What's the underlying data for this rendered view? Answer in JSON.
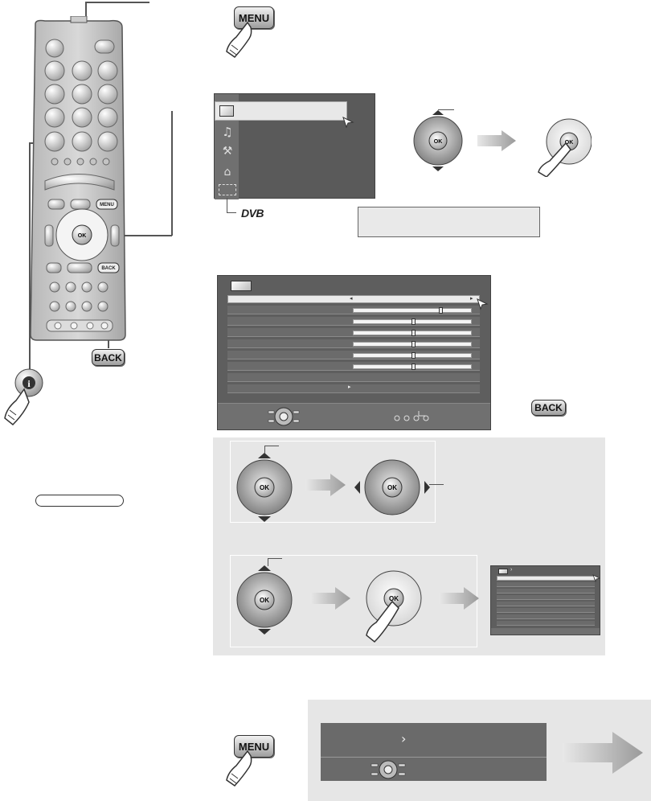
{
  "keys": {
    "menu": "MENU",
    "back": "BACK",
    "ok": "OK",
    "remote_menu": "MENU",
    "remote_back": "BACK",
    "info": "i"
  },
  "menu_logo": "DVB",
  "colors": {
    "panel_dark": "#555555",
    "panel_mid": "#6b6b6b",
    "step_bg": "#e6e6e6",
    "arrow_grey": "#b4b4b4"
  },
  "icons": [
    "picture-icon",
    "music-note-icon",
    "wrench-icon",
    "graduation-cap-icon",
    "dvb-dashed-icon",
    "hand-pointer-icon",
    "dpad-icon",
    "arrow-right-icon"
  ]
}
